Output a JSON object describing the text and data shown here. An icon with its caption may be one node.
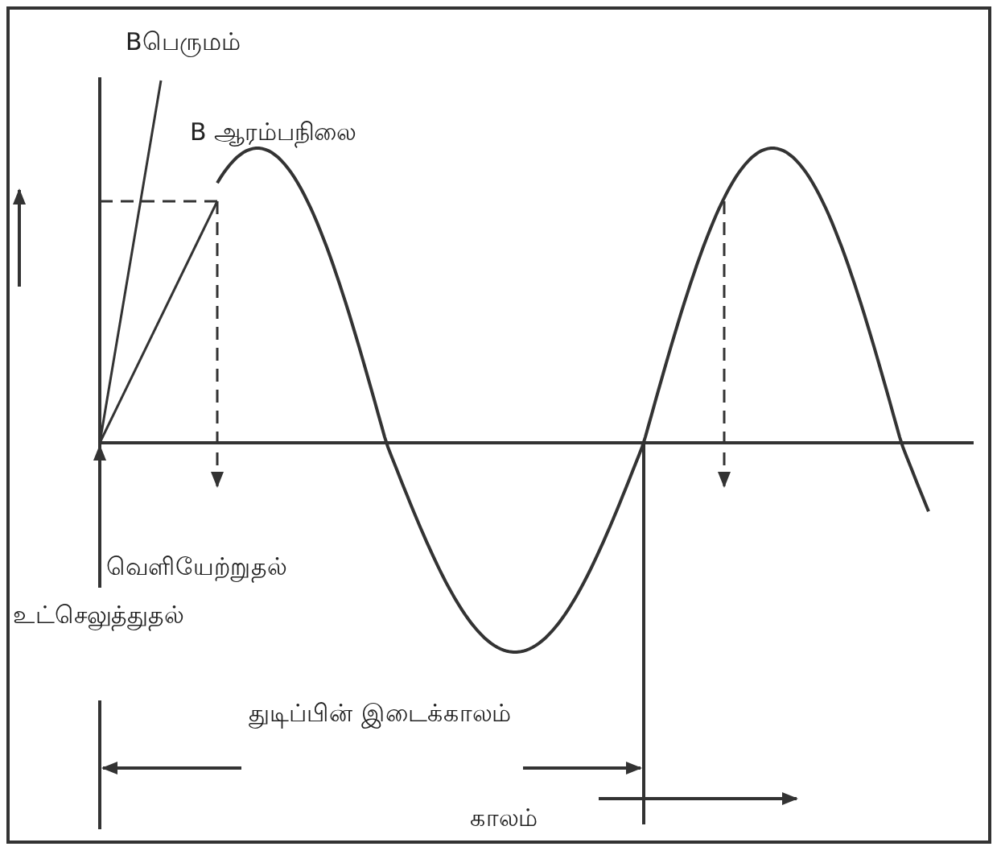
{
  "diagram": {
    "labels": [
      "Bபெருமம்",
      "B ஆரம்பநிலை",
      "வெளியேற்றுதல்",
      "உட்செலுத்துதல்",
      "துடிப்பின் இடைக்காலம்",
      "காலம்"
    ]
  }
}
